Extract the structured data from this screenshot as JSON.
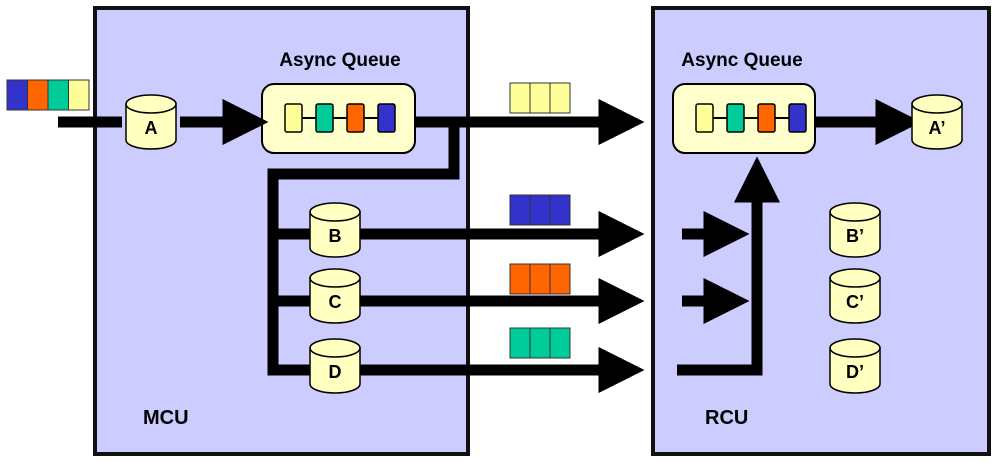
{
  "colors": {
    "background": "#ffffff",
    "panel_fill": "#ccccff",
    "panel_border": "#111111",
    "queue_fill": "#ffffcc",
    "cylinder_fill": "#ffffc0",
    "yellow": "#ffff99",
    "teal": "#00cc99",
    "orange": "#ff6600",
    "blue": "#3333cc",
    "arrow": "#000000"
  },
  "mcu": {
    "label": "MCU",
    "queue_title": "Async Queue",
    "queue_slots": [
      "yellow",
      "teal",
      "orange",
      "blue"
    ],
    "cylinders": [
      "A",
      "B",
      "C",
      "D"
    ]
  },
  "rcu": {
    "label": "RCU",
    "queue_title": "Async Queue",
    "queue_slots": [
      "yellow",
      "teal",
      "orange",
      "blue"
    ],
    "cylinders": [
      "A’",
      "B’",
      "C’",
      "D’"
    ]
  },
  "incoming_message": [
    "blue",
    "orange",
    "teal",
    "yellow"
  ],
  "channel_messages": [
    {
      "color": "yellow",
      "count": 3
    },
    {
      "color": "blue",
      "count": 3
    },
    {
      "color": "orange",
      "count": 3
    },
    {
      "color": "teal",
      "count": 3
    }
  ]
}
